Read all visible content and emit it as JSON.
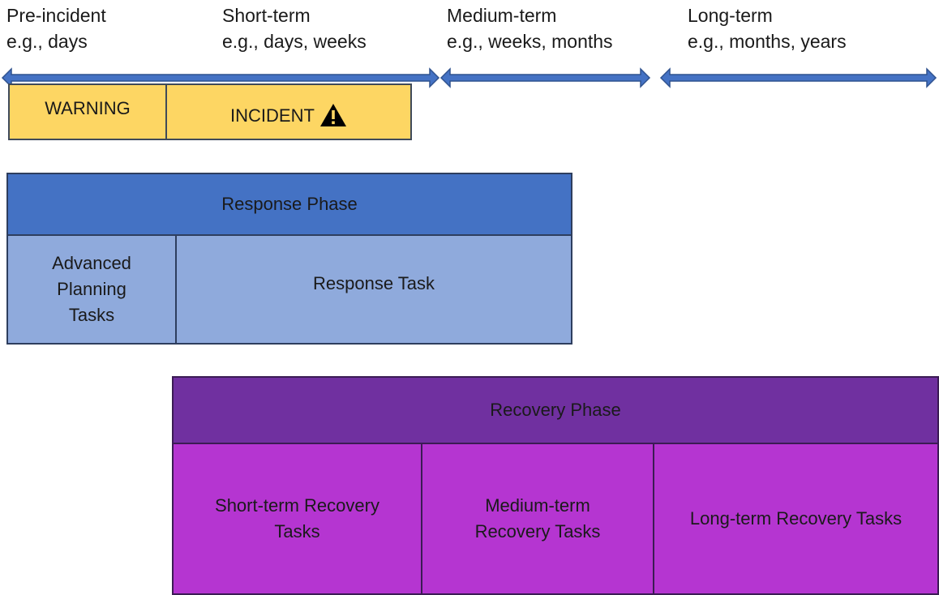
{
  "timeline": {
    "periods": [
      {
        "name": "Pre-incident",
        "example": "e.g., days"
      },
      {
        "name": "Short-term",
        "example": "e.g., days, weeks"
      },
      {
        "name": "Medium-term",
        "example": "e.g., weeks, months"
      },
      {
        "name": "Long-term",
        "example": "e.g., months, years"
      }
    ]
  },
  "stages": {
    "warning": "WARNING",
    "incident": "INCIDENT"
  },
  "response": {
    "title": "Response Phase",
    "advanced": "Advanced Planning Tasks",
    "task": "Response Task"
  },
  "recovery": {
    "title": "Recovery Phase",
    "short": "Short-term Recovery Tasks",
    "medium": "Medium-term Recovery Tasks",
    "long": "Long-term Recovery Tasks"
  },
  "colors": {
    "arrow": "#4472c4",
    "stage": "#fdd663",
    "response_header": "#4472c4",
    "response_cells": "#8faadc",
    "recovery_header": "#7030a0",
    "recovery_cells": "#b535d1"
  },
  "icons": {
    "incident": "warning-triangle-icon"
  }
}
